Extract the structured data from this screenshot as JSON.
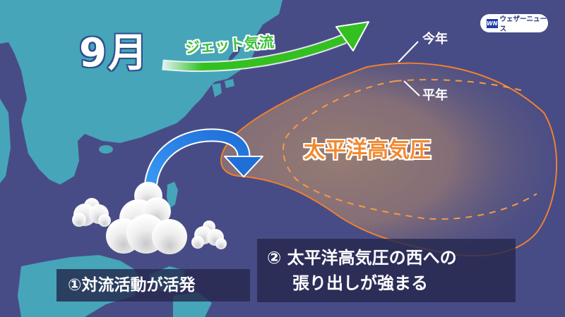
{
  "diagram": {
    "month_title": "9月",
    "jet_stream_label": "ジェット気流",
    "logo": {
      "mark": "WN",
      "text": "ウェザーニュース"
    },
    "pacific_high": {
      "label": "太平洋高気圧",
      "this_year_label": "今年",
      "normal_year_label": "平年"
    },
    "captions": [
      {
        "text": "①対流活動が活発"
      },
      {
        "line1": "② 太平洋高気圧の西への",
        "line2": "張り出しが強まる"
      }
    ],
    "colors": {
      "ocean": "#484c86",
      "land": "#46a5b9",
      "jet_stream": "#33c020",
      "pacific_high_fill": "#8f7872",
      "pacific_high_outline": "#f0802e",
      "convection_arrow": "#2f8ff0",
      "caption_bg": "#26284e"
    }
  }
}
